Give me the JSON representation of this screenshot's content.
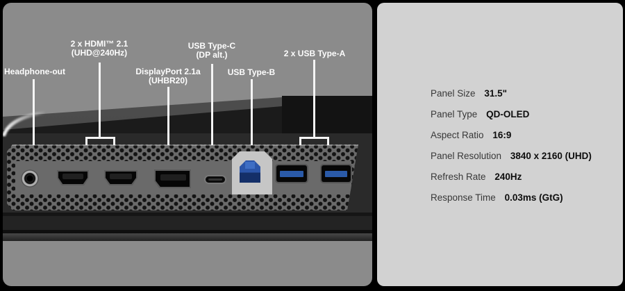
{
  "colors": {
    "page_bg": "#000000",
    "left_card_bg": "#8b8b8b",
    "right_card_bg": "#d2d2d2",
    "monitor_body": "#1c1c1c",
    "leader_line": "#f5f5f5",
    "usb_blue": "#2a55a4",
    "port_label_text": "#ffffff",
    "spec_label_text": "#383838",
    "spec_value_text": "#0d0d0d"
  },
  "diagram": {
    "labels": [
      {
        "id": "headphone-out",
        "lines": [
          "Headphone-out"
        ]
      },
      {
        "id": "hdmi",
        "lines": [
          "2 x HDMI™ 2.1",
          "(UHD@240Hz)"
        ]
      },
      {
        "id": "displayport",
        "lines": [
          "DisplayPort 2.1a",
          "(UHBR20)"
        ]
      },
      {
        "id": "usb-type-c",
        "lines": [
          "USB Type-C",
          "(DP alt.)"
        ]
      },
      {
        "id": "usb-type-b",
        "lines": [
          "USB Type-B"
        ]
      },
      {
        "id": "usb-type-a",
        "lines": [
          "2 x USB Type-A"
        ]
      }
    ],
    "ports": [
      "headphone-jack",
      "hdmi-port-1",
      "hdmi-port-2",
      "displayport-port",
      "usb-c-port",
      "usb-b-port",
      "usb-a-port-1",
      "usb-a-port-2"
    ]
  },
  "specs": {
    "rows": [
      {
        "label": "Panel Size",
        "value": "31.5\""
      },
      {
        "label": "Panel Type",
        "value": "QD-OLED"
      },
      {
        "label": "Aspect Ratio",
        "value": "16:9"
      },
      {
        "label": "Panel Resolution",
        "value": "3840 x 2160 (UHD)"
      },
      {
        "label": "Refresh Rate",
        "value": "240Hz"
      },
      {
        "label": "Response Time",
        "value": "0.03ms (GtG)"
      }
    ]
  }
}
